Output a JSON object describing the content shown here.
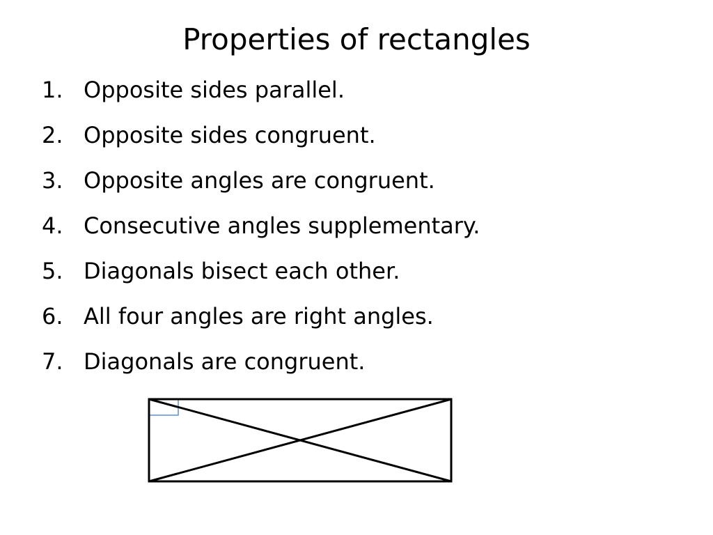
{
  "slide": {
    "title": "Properties of rectangles",
    "items": [
      {
        "number": "1.",
        "text": "Opposite sides parallel."
      },
      {
        "number": "2.",
        "text": "Opposite sides congruent."
      },
      {
        "number": "3.",
        "text": "Opposite angles are congruent."
      },
      {
        "number": "4.",
        "text": "Consecutive angles supplementary."
      },
      {
        "number": "5.",
        "text": "Diagonals bisect each other."
      },
      {
        "number": "6.",
        "text": "All four angles are right angles."
      },
      {
        "number": "7.",
        "text": "Diagonals are congruent."
      }
    ]
  },
  "figure": {
    "shape": "rectangle with diagonals",
    "stroke_color": "#000000",
    "right_angle_marker_color": "#5b8fd0"
  }
}
